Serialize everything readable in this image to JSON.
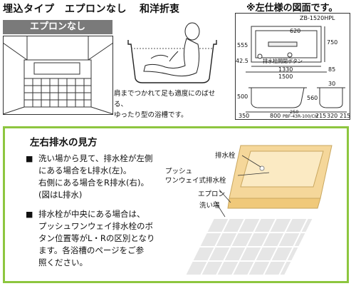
{
  "header": {
    "title_left": "埋込タイプ　エプロンなし",
    "title_mid": "和洋折衷",
    "title_right": "※左仕様の図面です。",
    "banner": "エプロンなし"
  },
  "caption": {
    "lines": [
      "肩までつかれて足も適度にのばせる、",
      "ゆったり型の浴槽です。"
    ]
  },
  "drawing": {
    "model": "ZB-1520HPL",
    "button_label": "排水栓開閉ボタン",
    "drain_model": "PBF-43R-100/CH",
    "dims": {
      "d620": "620",
      "d750": "750",
      "d555": "555",
      "d425": "42.5",
      "d1330": "1330",
      "d1500": "1500",
      "d85": "85",
      "d30": "30",
      "d500": "500",
      "d560": "560",
      "d350": "350",
      "d800": "800",
      "d250": "250",
      "d215a": "215",
      "d320": "320",
      "d215b": "215"
    }
  },
  "section": {
    "title": "左右排水の見方",
    "bullet_glyph": "■",
    "para1": [
      "洗い場から見て、排水栓が左側",
      "にある場合をL排水(左)。",
      "右側にある場合をR排水(右)。",
      "(図はL排水)"
    ],
    "para2": [
      "排水栓が中央にある場合は、",
      "プッシュワンウェイ排水栓のボ",
      "タン位置等がL・Rの区別となり",
      "ます。各浴槽のページをご参",
      "照ください。"
    ]
  },
  "diagram": {
    "labels": {
      "drain": "排水栓",
      "push1": "プッシュ",
      "push2": "ワンウェイ式排水栓",
      "apron": "エプロン",
      "washing": "洗い場"
    }
  }
}
